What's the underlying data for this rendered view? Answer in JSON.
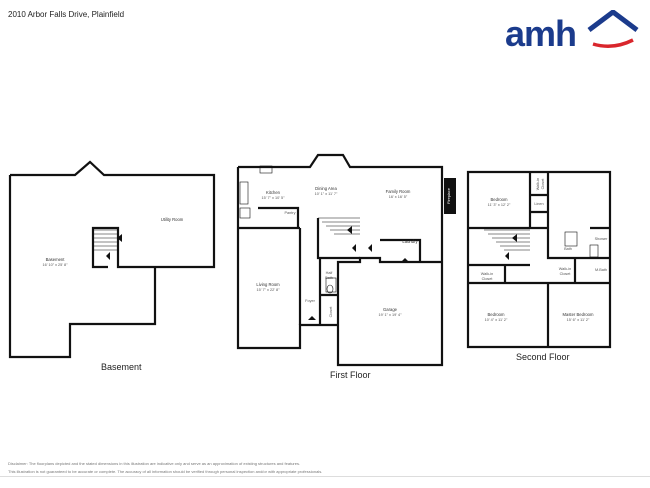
{
  "header": {
    "address": "2010 Arbor Falls Drive, Plainfield",
    "logo_text": "amh"
  },
  "floors": {
    "basement": "Basement",
    "first": "First Floor",
    "second": "Second Floor"
  },
  "rooms": {
    "basement": {
      "label": "Basement",
      "dims": "16' 10\" x 25' 8\""
    },
    "utility": {
      "label": "Utility Room"
    },
    "kitchen": {
      "label": "Kitchen",
      "dims": "15' 7\" x 10' 5\""
    },
    "pantry": {
      "label": "Pantry"
    },
    "dining": {
      "label": "Dining Area",
      "dims": "10' 1\" x 11' 7\""
    },
    "family": {
      "label": "Family Room",
      "dims": "16' x 16' 5\""
    },
    "fireplace": {
      "label": "Fireplace"
    },
    "laundry": {
      "label": "Laundry"
    },
    "living": {
      "label": "Living Room",
      "dims": "15' 7\" x 22' 8\""
    },
    "half_bath": {
      "label1": "Half",
      "label2": "Bath"
    },
    "foyer": {
      "label": "Foyer"
    },
    "closet1": {
      "label": "Closet"
    },
    "garage": {
      "label": "Garage",
      "dims": "19' 1\" x 19' 4\""
    },
    "bedroom1": {
      "label": "Bedroom",
      "dims": "11' 3\" x 12' 2\""
    },
    "walkin1": {
      "label1": "Walk-in",
      "label2": "Closet"
    },
    "linen": {
      "label": "Linen"
    },
    "bath": {
      "label": "Bath"
    },
    "shower": {
      "label": "Shower"
    },
    "walkin2": {
      "label1": "Walk-in",
      "label2": "Closet"
    },
    "walkin3": {
      "label1": "Walk-in",
      "label2": "Closet"
    },
    "mbath": {
      "label": "M.Bath"
    },
    "bedroom2": {
      "label": "Bedroom",
      "dims": "10' 4\" x 11' 2\""
    },
    "master": {
      "label": "Master Bedroom",
      "dims": "15' 6\" x 11' 2\""
    }
  },
  "disclaimer": {
    "line1": "Disclaimer: The floorplans depicted and the stated dimensions in this illustration are indicative only and serve as an approximation of existing structures and features.",
    "line2": "This illustration is not guaranteed to be accurate or complete. The accuracy of all information should be verified through personal inspection and/or with appropriate professionals."
  },
  "colors": {
    "wall": "#111111",
    "logo_blue": "#1b3b8c",
    "logo_red": "#d9262c"
  }
}
